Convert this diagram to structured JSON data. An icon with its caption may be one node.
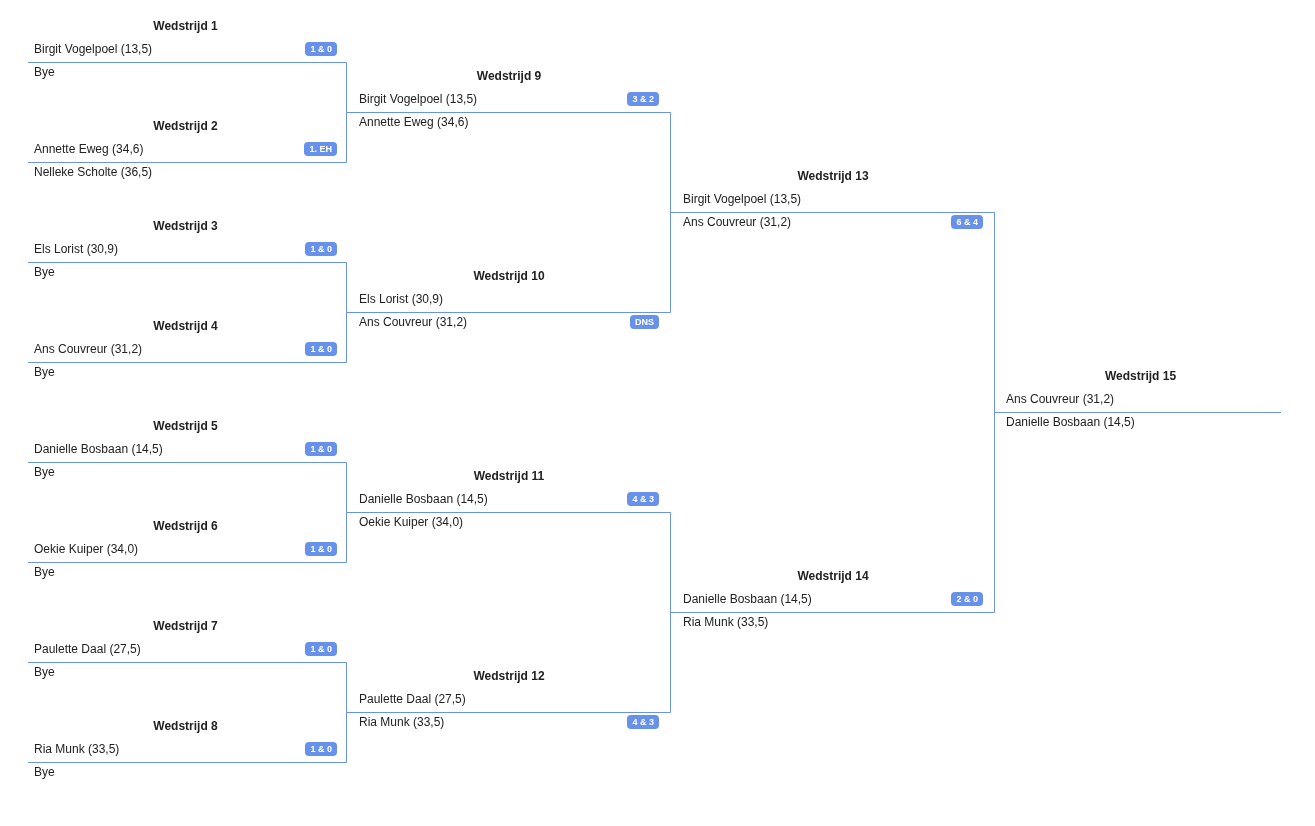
{
  "diagram": {
    "nodes": [
      {
        "text": [
          "Wedstrijd 1",
          "Birgit Vogelpoel (13,5)",
          "Bye"
        ]
      },
      {
        "text": [
          "1 & 0"
        ],
        "in": 0
      },
      {
        "text": [
          "Wedstrijd 2",
          "Annette Eweg (34,6)",
          "Nelleke Scholte (36,5)"
        ]
      },
      {
        "text": [
          "1. EH"
        ],
        "in": 2
      },
      {
        "text": [
          "Wedstrijd 3",
          "Els Lorist (30,9)",
          "Bye"
        ]
      },
      {
        "text": [
          "1 & 0"
        ],
        "in": 4
      },
      {
        "text": [
          "Wedstrijd 4",
          "Ans Couvreur (31,2)",
          "Bye"
        ]
      },
      {
        "text": [
          "1 & 0"
        ],
        "in": 6
      },
      {
        "text": [
          "Wedstrijd 5",
          "Danielle Bosbaan (14,5)",
          "Bye"
        ]
      },
      {
        "text": [
          "1 & 0"
        ],
        "in": 8
      },
      {
        "text": [
          "Wedstrijd 6",
          "Oekie Kuiper (34,0)",
          "Bye"
        ]
      },
      {
        "text": [
          "1 & 0"
        ],
        "in": 10
      },
      {
        "text": [
          "Wedstrijd 7",
          "Paulette Daal (27,5)",
          "Bye"
        ]
      },
      {
        "text": [
          "1 & 0"
        ],
        "in": 12
      },
      {
        "text": [
          "Wedstrijd 8",
          "Ria Munk (33,5)",
          "Bye"
        ]
      },
      {
        "text": [
          "1 & 0"
        ],
        "in": 14
      },
      {
        "text": [
          "Wedstrijd 9",
          "Birgit Vogelpoel (13,5)",
          "Annette Eweg (34,6)"
        ]
      },
      {
        "text": [
          "3 & 2"
        ],
        "in": 16
      },
      {
        "text": [
          "Wedstrijd 10",
          "Els Lorist (30,9)",
          "Ans Couvreur (31,2)"
        ]
      },
      {
        "text": [
          "DNS"
        ],
        "in": 18
      },
      {
        "text": [
          "Wedstrijd 11",
          "Danielle Bosbaan (14,5)",
          "Oekie Kuiper (34,0)"
        ]
      },
      {
        "text": [
          "4 & 3"
        ],
        "in": 20
      },
      {
        "text": [
          "Wedstrijd 12",
          "Paulette Daal (27,5)",
          "Ria Munk (33,5)"
        ]
      },
      {
        "text": [
          "4 & 3"
        ],
        "in": 22
      },
      {
        "text": [
          "Wedstrijd 13",
          "Birgit Vogelpoel (13,5)",
          "Ans Couvreur (31,2)"
        ]
      },
      {
        "text": [
          "6 & 4"
        ],
        "in": 24
      },
      {
        "text": [
          "Wedstrijd 14",
          "Danielle Bosbaan (14,5)",
          "Ria Munk (33,5)"
        ]
      },
      {
        "text": [
          "2 & 0"
        ],
        "in": 26
      },
      {
        "text": [
          "Wedstrijd 15",
          "Ans Couvreur (31,2)",
          "Danielle Bosbaan (14,5)"
        ]
      }
    ],
    "edges": [
      {
        "from": 0,
        "to": 16,
        "arrow": "none"
      },
      {
        "from": 2,
        "to": 16,
        "arrow": "none"
      },
      {
        "from": 4,
        "to": 18,
        "arrow": "none"
      },
      {
        "from": 6,
        "to": 18,
        "arrow": "none"
      },
      {
        "from": 8,
        "to": 20,
        "arrow": "none"
      },
      {
        "from": 10,
        "to": 20,
        "arrow": "none"
      },
      {
        "from": 12,
        "to": 22,
        "arrow": "none"
      },
      {
        "from": 14,
        "to": 22,
        "arrow": "none"
      },
      {
        "from": 16,
        "to": 24,
        "arrow": "none"
      },
      {
        "from": 18,
        "to": 24,
        "arrow": "none"
      },
      {
        "from": 20,
        "to": 26,
        "arrow": "none"
      },
      {
        "from": 22,
        "to": 26,
        "arrow": "none"
      },
      {
        "from": 24,
        "to": 28,
        "arrow": "none"
      },
      {
        "from": 26,
        "to": 28,
        "arrow": "none"
      }
    ]
  }
}
